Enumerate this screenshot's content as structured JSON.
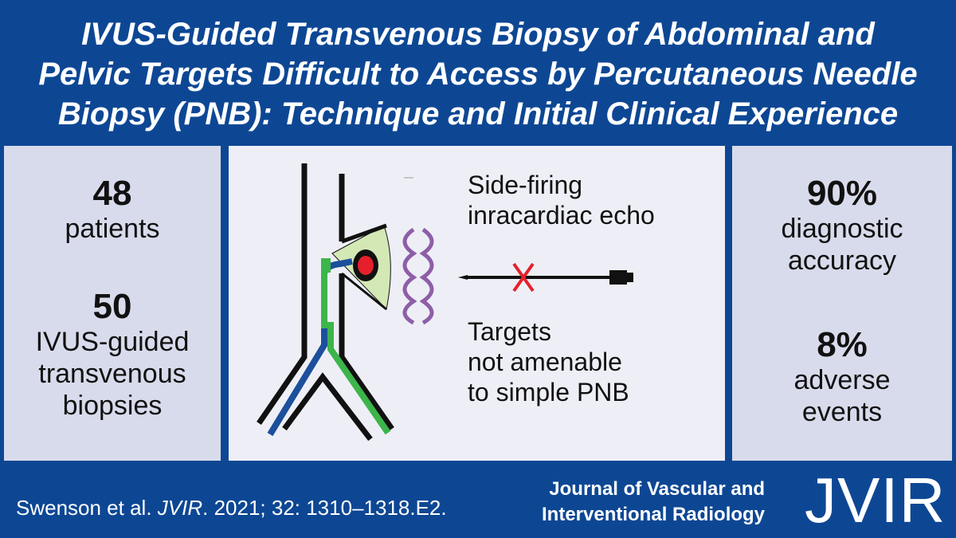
{
  "title": {
    "line1": "IVUS-Guided Transvenous Biopsy of Abdominal and",
    "line2": "Pelvic Targets Difficult to Access by Percutaneous Needle",
    "line3": "Biopsy (PNB): Technique and Initial Clinical Experience"
  },
  "left_stats": [
    {
      "value": "48",
      "label_lines": [
        "patients"
      ]
    },
    {
      "value": "50",
      "label_lines": [
        "IVUS-guided",
        "transvenous",
        "biopsies"
      ]
    }
  ],
  "right_stats": [
    {
      "value": "90%",
      "label_lines": [
        "diagnostic",
        "accuracy"
      ]
    },
    {
      "value": "8%",
      "label_lines": [
        "adverse",
        "events"
      ]
    }
  ],
  "center": {
    "top_text": [
      "Side-firing",
      "inracardiac echo"
    ],
    "bottom_text": [
      "Targets",
      "not amenable",
      "to simple PNB"
    ]
  },
  "colors": {
    "background": "#0d4794",
    "side_panel": "#d8dbeb",
    "center_panel": "#eeeff6",
    "vessel": "#111111",
    "catheter_green": "#3cb54a",
    "catheter_blue": "#1c4f9c",
    "target": "#e5202b",
    "echo_fan": "#d3e8b5",
    "brackets": "#8e5ea8",
    "cross": "#e5202b"
  },
  "footer": {
    "citation_prefix": "Swenson et al. ",
    "citation_journal": "JVIR",
    "citation_suffix": ". 2021; 32: 1310–1318.E2.",
    "journal_line1": "Journal of Vascular and",
    "journal_line2": "Interventional Radiology",
    "logo": "JVIR"
  }
}
